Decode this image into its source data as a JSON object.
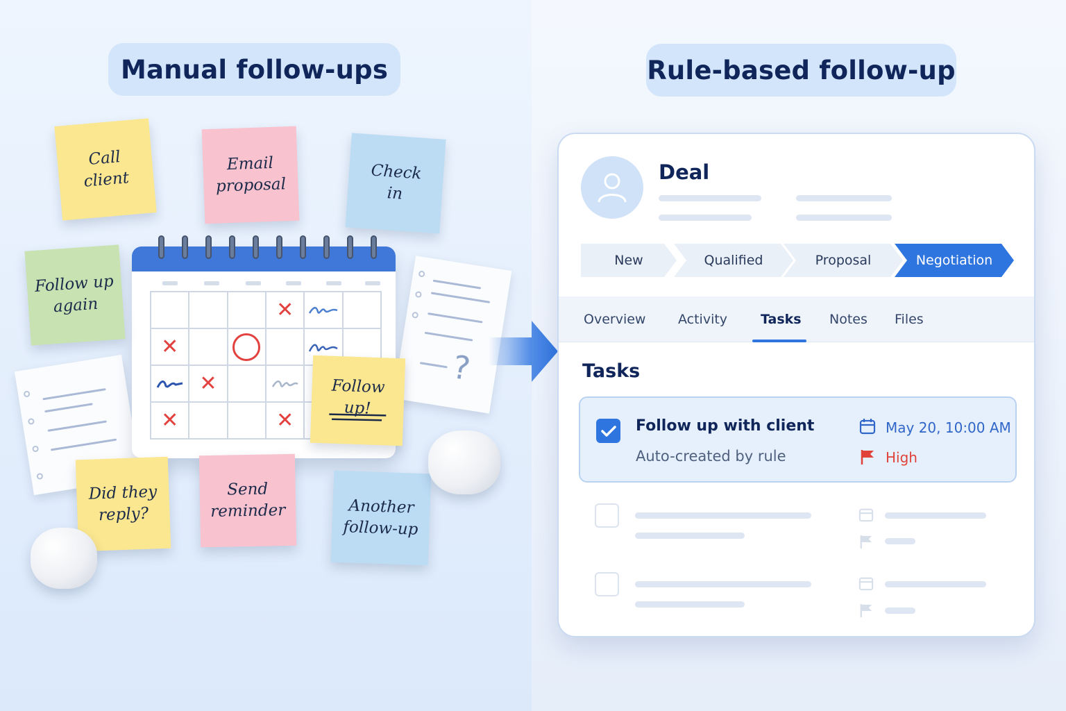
{
  "left_panel": {
    "title": "Manual follow-ups",
    "notes": [
      {
        "text": "Call\nclient",
        "color": "#fbe78f"
      },
      {
        "text": "Email\nproposal",
        "color": "#f8c2cf"
      },
      {
        "text": "Check\nin",
        "color": "#bcdcf4"
      },
      {
        "text": "Follow up\nagain",
        "color": "#c8e2b2"
      },
      {
        "text": "Follow up!",
        "color": "#fbe78f"
      },
      {
        "text": "Did they\nreply?",
        "color": "#fbe78f"
      },
      {
        "text": "Send\nreminder",
        "color": "#f8c2cf"
      },
      {
        "text": "Another\nfollow-up",
        "color": "#bcdcf4"
      }
    ],
    "question_mark": "?"
  },
  "right_panel": {
    "title": "Rule-based follow-up",
    "record": {
      "type_label": "Deal",
      "avatar_icon": "user-icon"
    },
    "pipeline": {
      "stages": [
        "New",
        "Qualified",
        "Proposal",
        "Negotiation"
      ],
      "active_stage": "Negotiation",
      "active_color": "#2f75e0"
    },
    "tabs": [
      "Overview",
      "Activity",
      "Tasks",
      "Notes",
      "Files"
    ],
    "active_tab": "Tasks",
    "tasks_heading": "Tasks",
    "task": {
      "name": "Follow up with client",
      "subtitle": "Auto-created by rule",
      "due": "May 20, 10:00 AM",
      "priority": "High",
      "priority_color": "#e0423a",
      "checked": true
    }
  }
}
